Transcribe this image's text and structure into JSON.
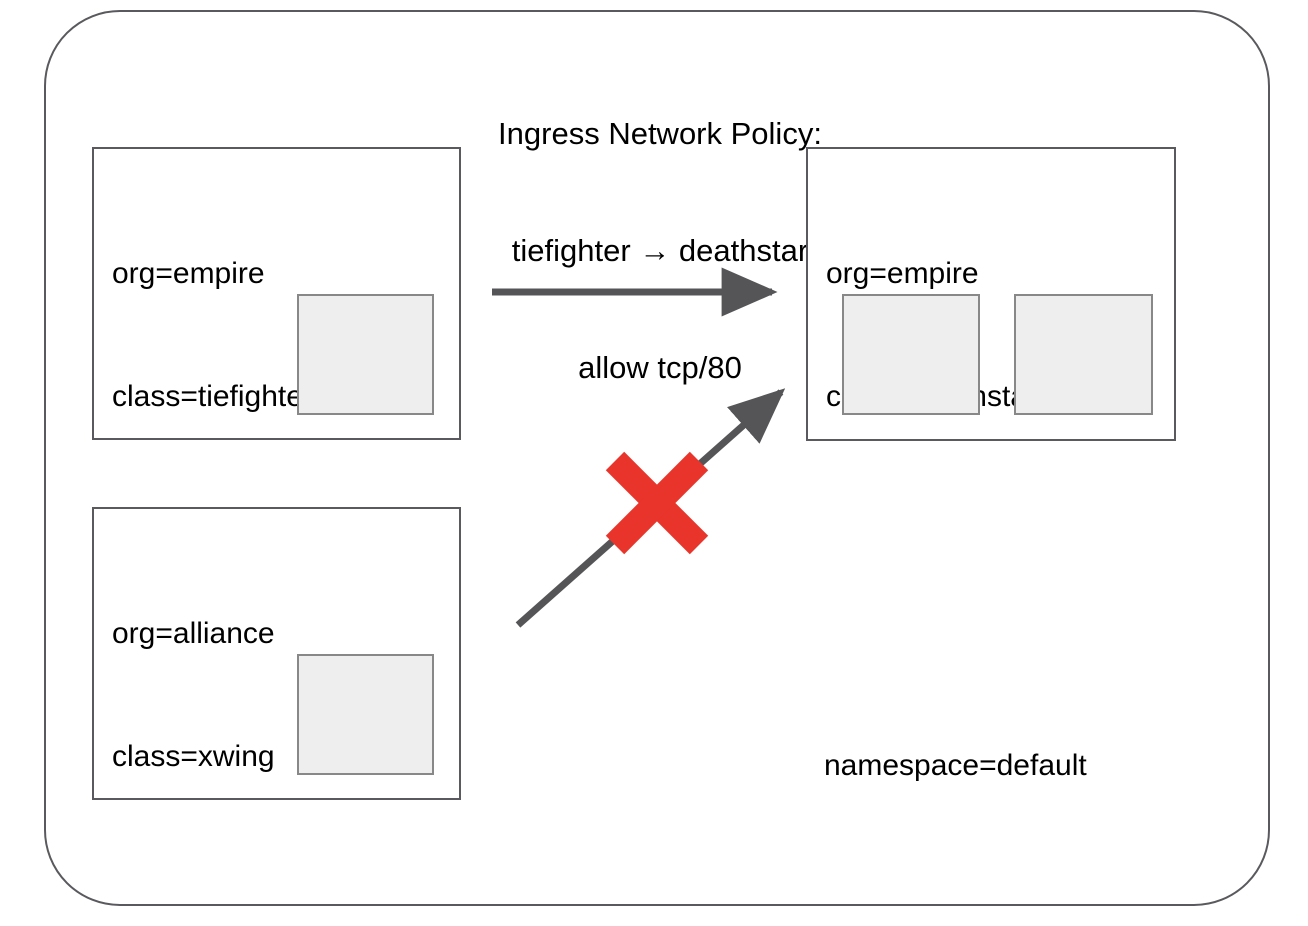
{
  "diagram": {
    "title_lines": [
      "Ingress Network Policy:",
      "tiefighter → deathstar",
      "allow tcp/80"
    ],
    "namespace_label": "namespace=default",
    "colors": {
      "boundary_stroke": "#5a5a5e",
      "box_stroke": "#5a5a5e",
      "pod_fill": "#eeeeee",
      "pod_stroke": "#888888",
      "arrow": "#555558",
      "deny_mark": "#e8342a",
      "text": "#000000",
      "background": "#ffffff"
    },
    "endpoints": [
      {
        "id": "tiefighter",
        "labels": [
          "org=empire",
          "class=tiefighter"
        ],
        "pod_count": 1
      },
      {
        "id": "deathstar",
        "labels": [
          "org=empire",
          "class=deathstar"
        ],
        "pod_count": 2
      },
      {
        "id": "xwing",
        "labels": [
          "org=alliance",
          "class=xwing"
        ],
        "pod_count": 1
      }
    ],
    "connections": [
      {
        "id": "tiefighter-to-deathstar",
        "from": "tiefighter",
        "to": "deathstar",
        "verdict": "allowed",
        "marker": "arrowhead"
      },
      {
        "id": "xwing-to-deathstar",
        "from": "xwing",
        "to": "deathstar",
        "verdict": "denied",
        "marker": "arrowhead-with-red-x"
      }
    ]
  }
}
